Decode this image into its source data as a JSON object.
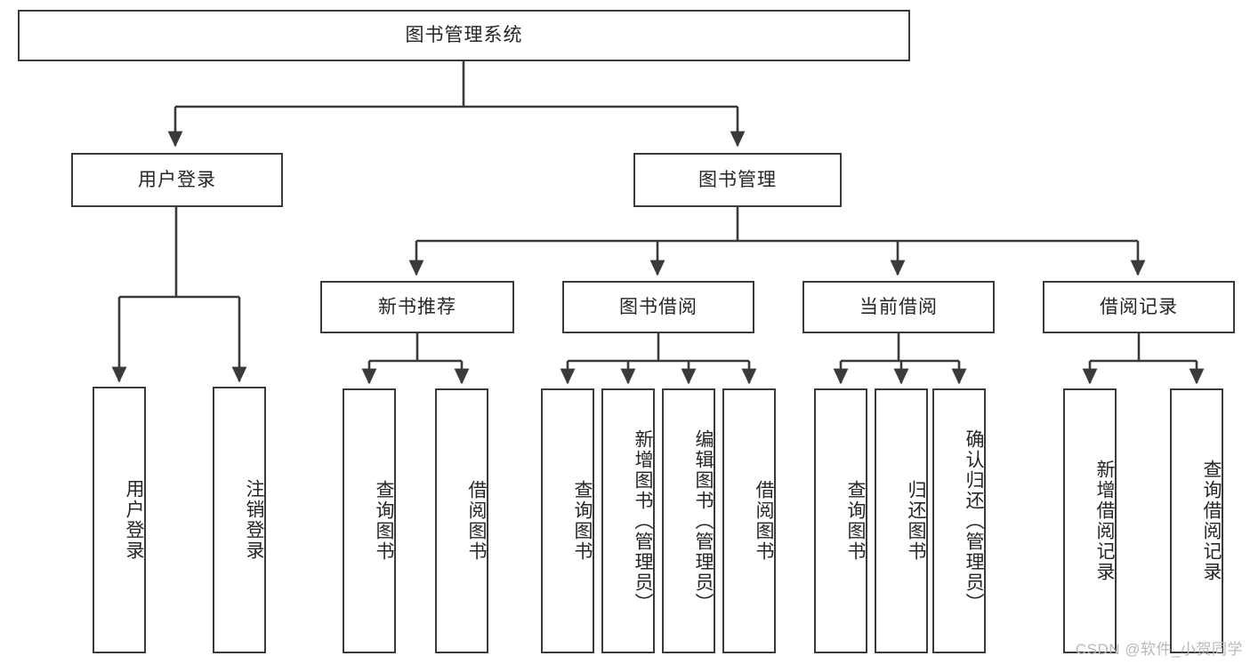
{
  "diagram": {
    "title": "图书管理系统",
    "watermark": "CSDN @软件_小贺同学",
    "line_color": "#3a3a3a",
    "text_color": "#262626",
    "background": "#ffffff",
    "root": {
      "label": "图书管理系统"
    },
    "level2": [
      {
        "label": "用户登录"
      },
      {
        "label": "图书管理"
      }
    ],
    "level3": [
      {
        "label": "新书推荐"
      },
      {
        "label": "图书借阅"
      },
      {
        "label": "当前借阅"
      },
      {
        "label": "借阅记录"
      }
    ],
    "leaves": {
      "user_login": [
        {
          "label": "用户登录"
        },
        {
          "label": "注销登录"
        }
      ],
      "new_book_recommend": [
        {
          "label": "查询图书"
        },
        {
          "label": "借阅图书"
        }
      ],
      "book_borrow": [
        {
          "label": "查询图书"
        },
        {
          "label": "新增图书（管理员）"
        },
        {
          "label": "编辑图书（管理员）"
        },
        {
          "label": "借阅图书"
        }
      ],
      "current_borrow": [
        {
          "label": "查询图书"
        },
        {
          "label": "归还图书"
        },
        {
          "label": "确认归还（管理员）"
        }
      ],
      "borrow_record": [
        {
          "label": "新增借阅记录"
        },
        {
          "label": "查询借阅记录"
        }
      ]
    }
  }
}
